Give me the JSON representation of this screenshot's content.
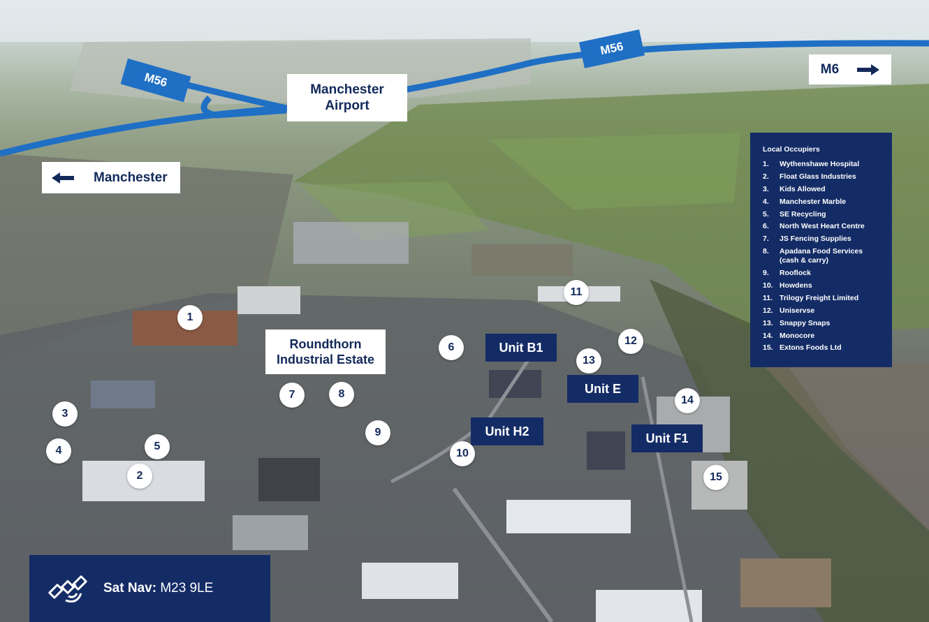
{
  "map": {
    "roads": [
      {
        "id": "m56-west",
        "label": "M56"
      },
      {
        "id": "m56-east",
        "label": "M56"
      }
    ],
    "places": {
      "airport": "Manchester Airport",
      "estate": "Roundthorn Industrial Estate"
    },
    "directions": {
      "manchester": {
        "label": "Manchester",
        "arrow": "left-arrow-icon"
      },
      "m6": {
        "label": "M6",
        "arrow": "right-arrow-icon"
      }
    },
    "units": [
      "Unit B1",
      "Unit E",
      "Unit H2",
      "Unit F1"
    ],
    "markers": [
      "1",
      "2",
      "3",
      "4",
      "5",
      "6",
      "7",
      "8",
      "9",
      "10",
      "11",
      "12",
      "13",
      "14",
      "15"
    ]
  },
  "legend": {
    "title": "Local Occupiers",
    "items": [
      {
        "n": "1.",
        "name": "Wythenshawe Hospital"
      },
      {
        "n": "2.",
        "name": "Float Glass Industries"
      },
      {
        "n": "3.",
        "name": "Kids Allowed"
      },
      {
        "n": "4.",
        "name": "Manchester Marble"
      },
      {
        "n": "5.",
        "name": "SE Recycling"
      },
      {
        "n": "6.",
        "name": "North West Heart Centre"
      },
      {
        "n": "7.",
        "name": "JS Fencing Supplies"
      },
      {
        "n": "8.",
        "name": "Apadana Food Services (cash & carry)"
      },
      {
        "n": "9.",
        "name": "Rooflock"
      },
      {
        "n": "10.",
        "name": "Howdens"
      },
      {
        "n": "11.",
        "name": "Trilogy Freight Limited"
      },
      {
        "n": "12.",
        "name": "Uniservse"
      },
      {
        "n": "13.",
        "name": "Snappy Snaps"
      },
      {
        "n": "14.",
        "name": "Monocore"
      },
      {
        "n": "15.",
        "name": "Extons Foods Ltd"
      }
    ]
  },
  "satnav": {
    "label": "Sat Nav:",
    "postcode": "M23 9LE",
    "icon": "satellite-icon"
  },
  "colors": {
    "navy": "#142c66",
    "road_blue": "#1f6fc5",
    "label_text": "#12295a",
    "white": "#ffffff"
  }
}
